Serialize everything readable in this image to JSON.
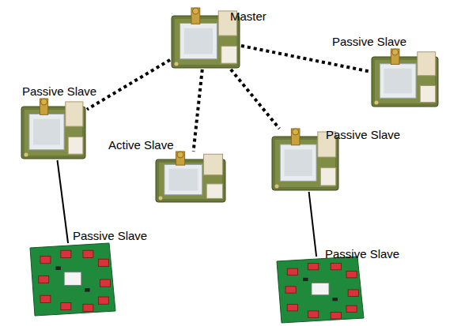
{
  "diagram": {
    "nodes": [
      {
        "text": [
          "Master"
        ]
      },
      {
        "text": [
          "Passive Slave"
        ]
      },
      {
        "text": [
          "Passive Slave"
        ]
      },
      {
        "text": [
          "Active Slave"
        ]
      },
      {
        "text": [
          "Passive Slave"
        ]
      },
      {
        "text": [
          "Passive Slave"
        ]
      },
      {
        "text": [
          "Passive Slave"
        ]
      }
    ],
    "edges": [
      {
        "from": 0,
        "to": 1,
        "arrow": "none"
      },
      {
        "from": 0,
        "to": 2,
        "arrow": "none"
      },
      {
        "from": 0,
        "to": 3,
        "arrow": "none"
      },
      {
        "from": 0,
        "to": 4,
        "arrow": "none"
      },
      {
        "from": 2,
        "to": 5,
        "arrow": "none"
      },
      {
        "from": 4,
        "to": 6,
        "arrow": "none"
      }
    ]
  }
}
